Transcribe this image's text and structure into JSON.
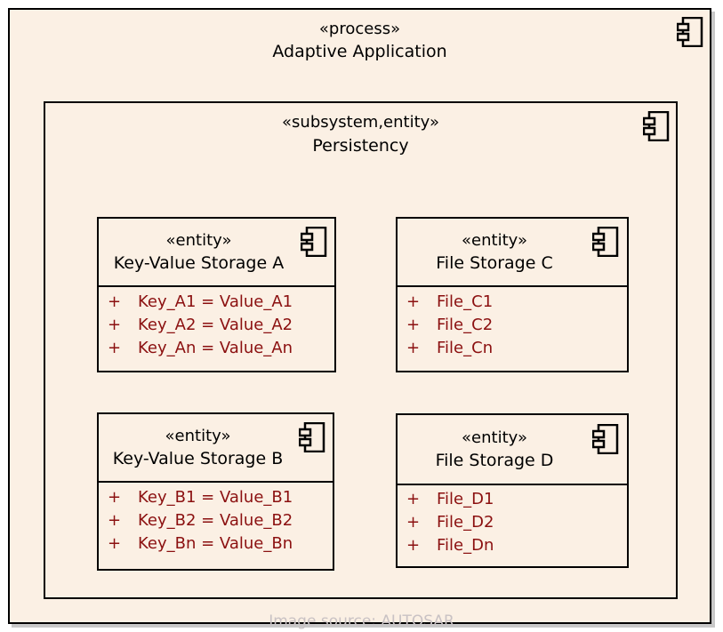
{
  "process": {
    "stereotype": "«process»",
    "name": "Adaptive Application",
    "icon": "component-icon"
  },
  "subsystem": {
    "stereotype": "«subsystem,entity»",
    "name": "Persistency",
    "icon": "component-icon"
  },
  "entities": [
    {
      "id": "kv-a",
      "stereotype": "«entity»",
      "name": "Key-Value Storage A",
      "attributes": [
        {
          "visibility": "+",
          "text": "Key_A1 = Value_A1"
        },
        {
          "visibility": "+",
          "text": "Key_A2 = Value_A2"
        },
        {
          "visibility": "+",
          "text": "Key_An = Value_An"
        }
      ]
    },
    {
      "id": "file-c",
      "stereotype": "«entity»",
      "name": "File Storage C",
      "attributes": [
        {
          "visibility": "+",
          "text": "File_C1"
        },
        {
          "visibility": "+",
          "text": "File_C2"
        },
        {
          "visibility": "+",
          "text": "File_Cn"
        }
      ]
    },
    {
      "id": "kv-b",
      "stereotype": "«entity»",
      "name": "Key-Value Storage B",
      "attributes": [
        {
          "visibility": "+",
          "text": "Key_B1 = Value_B1"
        },
        {
          "visibility": "+",
          "text": "Key_B2 = Value_B2"
        },
        {
          "visibility": "+",
          "text": "Key_Bn = Value_Bn"
        }
      ]
    },
    {
      "id": "file-d",
      "stereotype": "«entity»",
      "name": "File Storage D",
      "attributes": [
        {
          "visibility": "+",
          "text": "File_D1"
        },
        {
          "visibility": "+",
          "text": "File_D2"
        },
        {
          "visibility": "+",
          "text": "File_Dn"
        }
      ]
    }
  ],
  "colors": {
    "background": "#fbf0e4",
    "border": "#000000",
    "attribute_text": "#8b1010"
  },
  "watermark": "Image source:  AUTOSAR"
}
